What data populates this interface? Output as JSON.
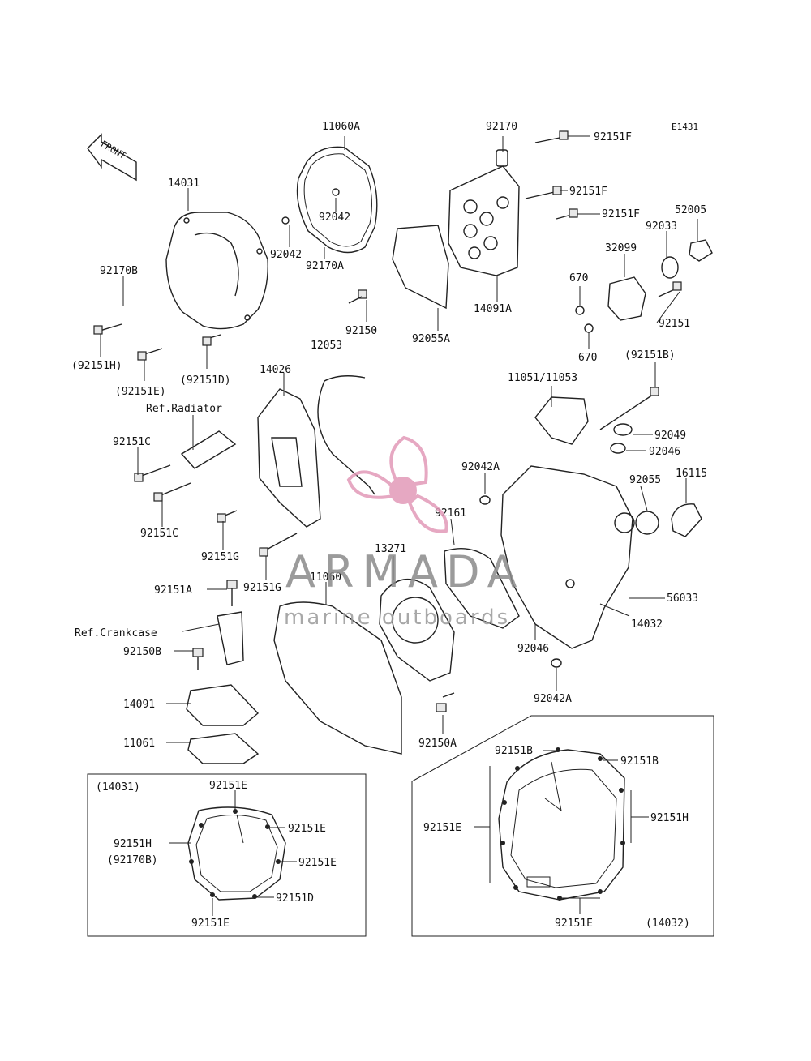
{
  "diagram_code": "E1431",
  "front_label": "FRONT",
  "watermark": {
    "brand": "ARMADA",
    "tagline": "marine outboards",
    "color": "#e29ab8"
  },
  "labels": {
    "l_11060A": "11060A",
    "l_92170": "92170",
    "l_92151F_a": "92151F",
    "l_92151F_b": "92151F",
    "l_92151F_c": "92151F",
    "l_14031": "14031",
    "l_92042_a": "92042",
    "l_92042_b": "92042",
    "l_92170A": "92170A",
    "l_52005": "52005",
    "l_92033": "92033",
    "l_32099": "32099",
    "l_670_a": "670",
    "l_670_b": "670",
    "l_92151": "92151",
    "l_92170B": "92170B",
    "l_92150": "92150",
    "l_92055A": "92055A",
    "l_14091A": "14091A",
    "l_92151H_p": "(92151H)",
    "l_92151E_p": "(92151E)",
    "l_92151D_p": "(92151D)",
    "l_12053": "12053",
    "l_92151B_p": "(92151B)",
    "l_11051": "11051/11053",
    "l_14026": "14026",
    "l_ref_radiator": "Ref.Radiator",
    "l_92049": "92049",
    "l_92046_a": "92046",
    "l_92151C_a": "92151C",
    "l_92042A_a": "92042A",
    "l_92055": "92055",
    "l_16115": "16115",
    "l_92161": "92161",
    "l_92151C_b": "92151C",
    "l_92151G_a": "92151G",
    "l_13271": "13271",
    "l_92151G_b": "92151G",
    "l_92151A": "92151A",
    "l_11060": "11060",
    "l_56033": "56033",
    "l_14032": "14032",
    "l_ref_crankcase": "Ref.Crankcase",
    "l_92046_b": "92046",
    "l_92150B": "92150B",
    "l_92042A_b": "92042A",
    "l_14091": "14091",
    "l_11061": "11061",
    "l_92150A": "92150A"
  },
  "inset_left": {
    "title": "(14031)",
    "labels": [
      "92151E",
      "92151E",
      "92151H",
      "(92170B)",
      "92151E",
      "92151D",
      "92151E"
    ]
  },
  "inset_right": {
    "title": "(14032)",
    "labels": [
      "92151B",
      "92151B",
      "92151E",
      "92151H",
      "92151E"
    ]
  }
}
